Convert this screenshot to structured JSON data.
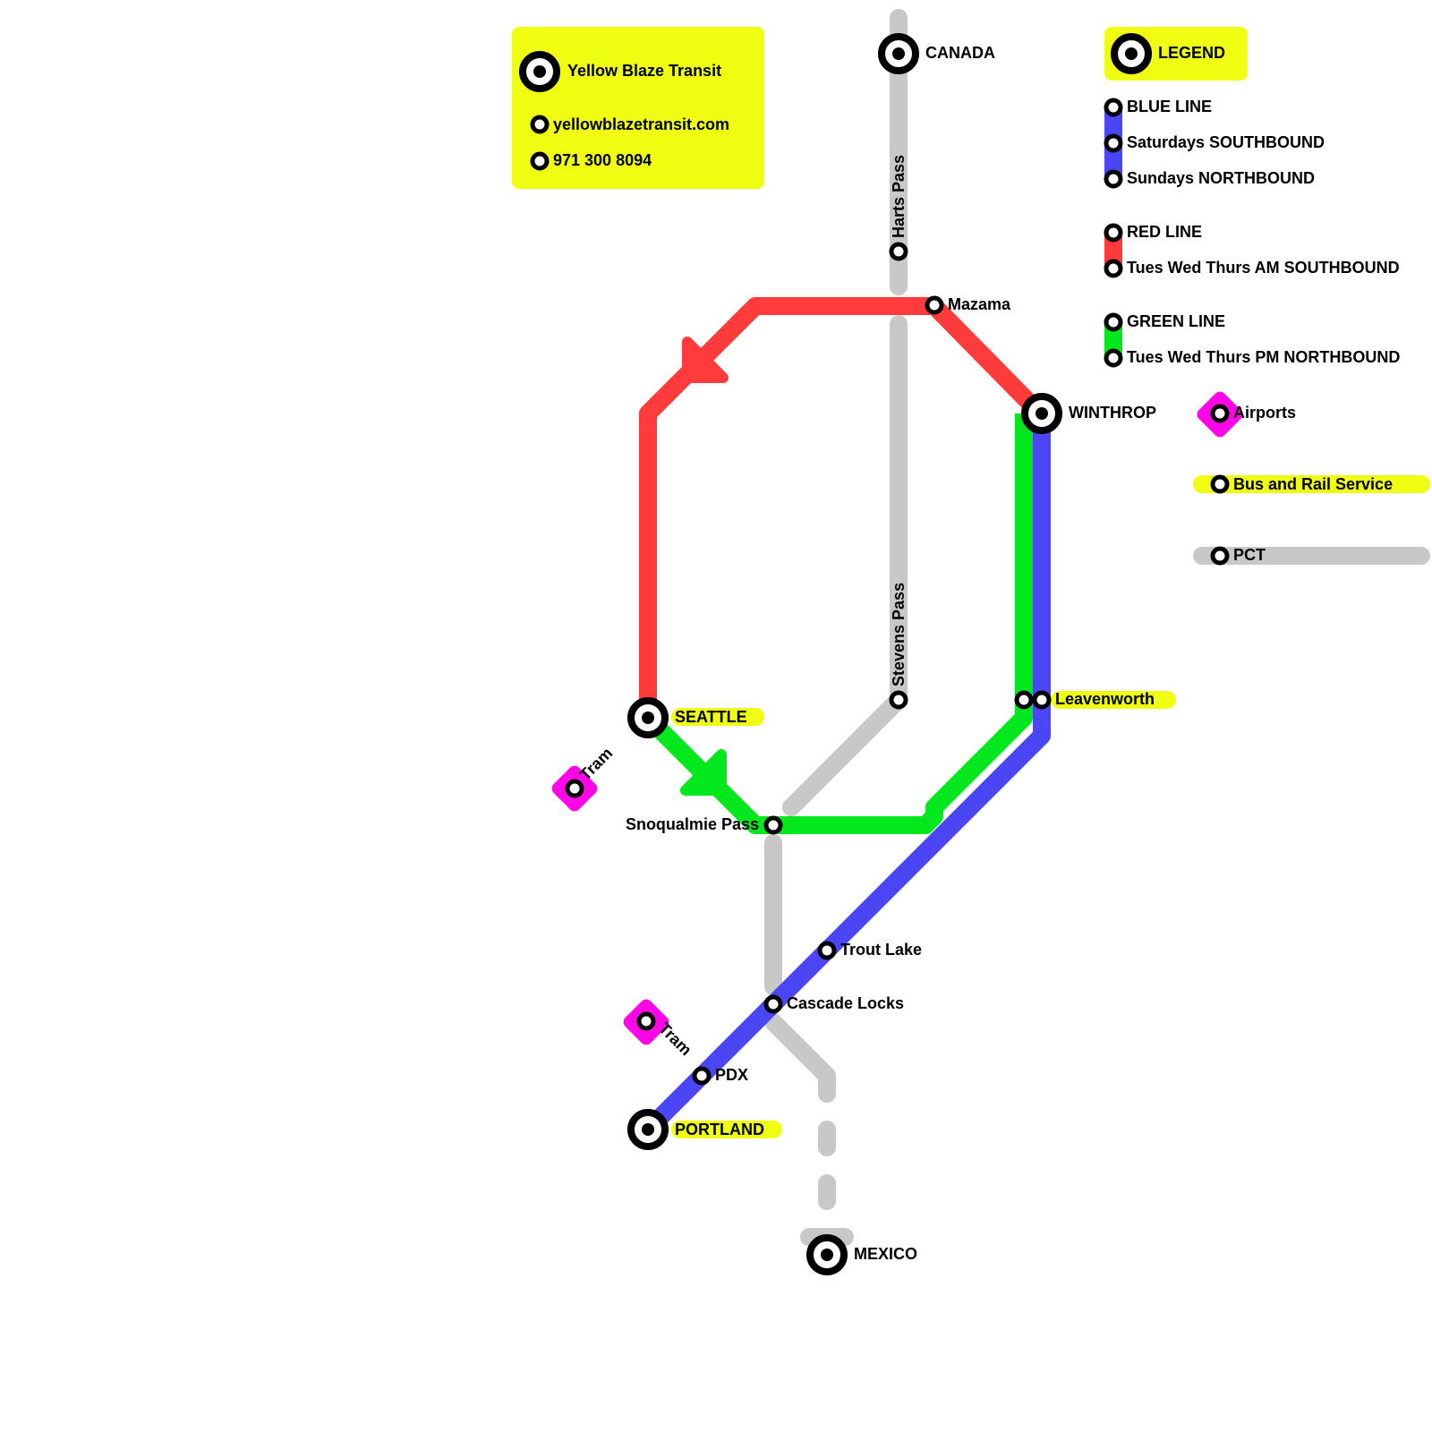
{
  "colors": {
    "blue": "#4a46f4",
    "red": "#ff3b3b",
    "green": "#02e81c",
    "pct": "#c8c8c8",
    "highlight": "#f0ff12",
    "airport": "#ff06e6",
    "station_ring": "#000000"
  },
  "title_box": {
    "title": "Yellow Blaze Transit",
    "website": "yellowblazetransit.com",
    "phone": "971 300 8094"
  },
  "legend": {
    "title": "LEGEND",
    "blue_line": {
      "name": "BLUE LINE",
      "schedule_1": "Saturdays SOUTHBOUND",
      "schedule_2": "Sundays NORTHBOUND"
    },
    "red_line": {
      "name": "RED LINE",
      "schedule": "Tues Wed Thurs AM SOUTHBOUND"
    },
    "green_line": {
      "name": "GREEN LINE",
      "schedule": "Tues Wed Thurs PM NORTHBOUND"
    },
    "airports": "Airports",
    "bus_rail": "Bus and Rail Service",
    "pct": "PCT"
  },
  "stations": {
    "canada": "CANADA",
    "harts_pass": "Harts Pass",
    "mazama": "Mazama",
    "winthrop": "WINTHROP",
    "stevens_pass": "Stevens Pass",
    "leavenworth": "Leavenworth",
    "seattle": "SEATTLE",
    "snoqualmie_pass": "Snoqualmie Pass",
    "trout_lake": "Trout Lake",
    "cascade_locks": "Cascade Locks",
    "pdx": "PDX",
    "portland": "PORTLAND",
    "mexico": "MEXICO",
    "tram_seattle": "Tram",
    "tram_portland": "Tram"
  },
  "lines": [
    {
      "name": "BLUE LINE",
      "route": [
        "WINTHROP",
        "Leavenworth",
        "Trout Lake",
        "Cascade Locks",
        "PDX",
        "PORTLAND"
      ]
    },
    {
      "name": "RED LINE",
      "route": [
        "WINTHROP",
        "Mazama",
        "SEATTLE"
      ],
      "direction": "southbound"
    },
    {
      "name": "GREEN LINE",
      "route": [
        "SEATTLE",
        "Snoqualmie Pass",
        "Leavenworth",
        "WINTHROP"
      ],
      "direction": "northbound"
    },
    {
      "name": "PCT",
      "route": [
        "CANADA",
        "Harts Pass",
        "Stevens Pass",
        "Snoqualmie Pass",
        "Cascade Locks",
        "MEXICO"
      ]
    }
  ]
}
